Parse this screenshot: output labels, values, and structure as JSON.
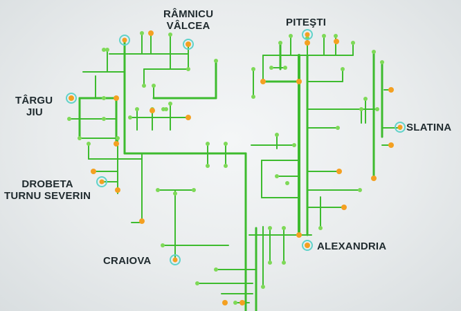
{
  "colors": {
    "line": "#3dbb2e",
    "node": "#7ed957",
    "junction": "#f4a021",
    "city_ring": "#5fd3c9"
  },
  "cities": {
    "ramnicu_valcea": [
      "RÂMNICU",
      "VÂLCEA"
    ],
    "pitesti": [
      "PITEŞTI"
    ],
    "targu_jiu": [
      "TÂRGU",
      "JIU"
    ],
    "slatina": [
      "SLATINA"
    ],
    "drobeta": [
      "DROBETA",
      "TURNU SEVERIN"
    ],
    "alexandria": [
      "ALEXANDRIA"
    ],
    "craiova": [
      "CRAIOVA"
    ]
  }
}
